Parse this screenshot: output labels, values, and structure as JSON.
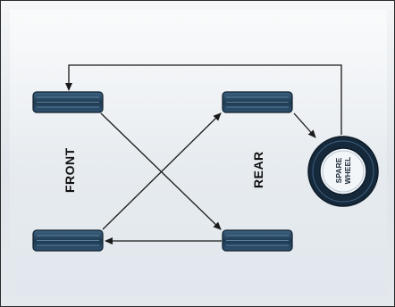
{
  "labels": {
    "front": "FRONT",
    "rear": "REAR",
    "spare_line1": "SPARE",
    "spare_line2": "WHEEL"
  },
  "colors": {
    "tire_fill": "#1f3b52",
    "tire_highlight": "#4d7391",
    "tire_edge": "#0f1f2c",
    "arrow": "#1a1a1a",
    "background": "#e6ebf0"
  }
}
